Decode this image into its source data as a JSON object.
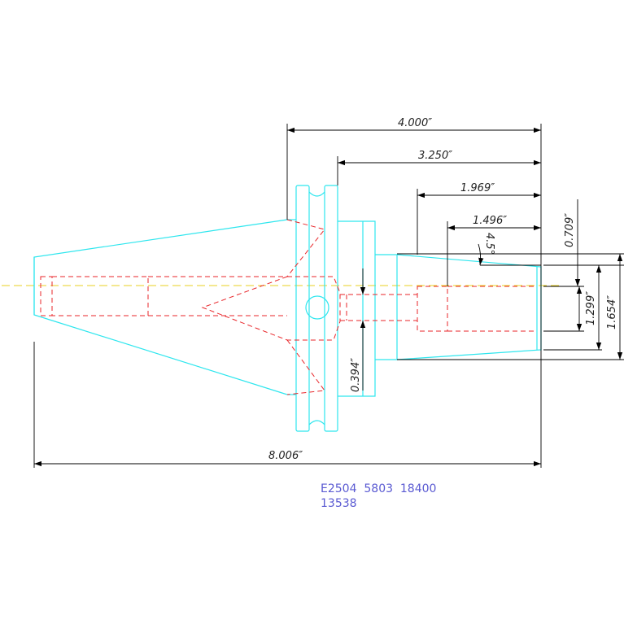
{
  "dimensions": {
    "overall_length": "8.006″",
    "flange_to_end": "4.000″",
    "gauge_to_end": "3.250″",
    "projection": "1.969″",
    "bore_depth": "1.496″",
    "angle": "4.5°",
    "pilot_dia": "0.709″",
    "bore_dia": "1.299″",
    "nose_dia": "1.654″",
    "coolant_hole": "0.394″"
  },
  "part_numbers": {
    "line1": "E2504  5803  18400",
    "line2": "13538"
  },
  "colors": {
    "outline": "#2ee6ee",
    "hidden": "#e8262a",
    "centerline": "#e8d020",
    "dimension": "#000000",
    "part_text": "#5a5ad2"
  }
}
